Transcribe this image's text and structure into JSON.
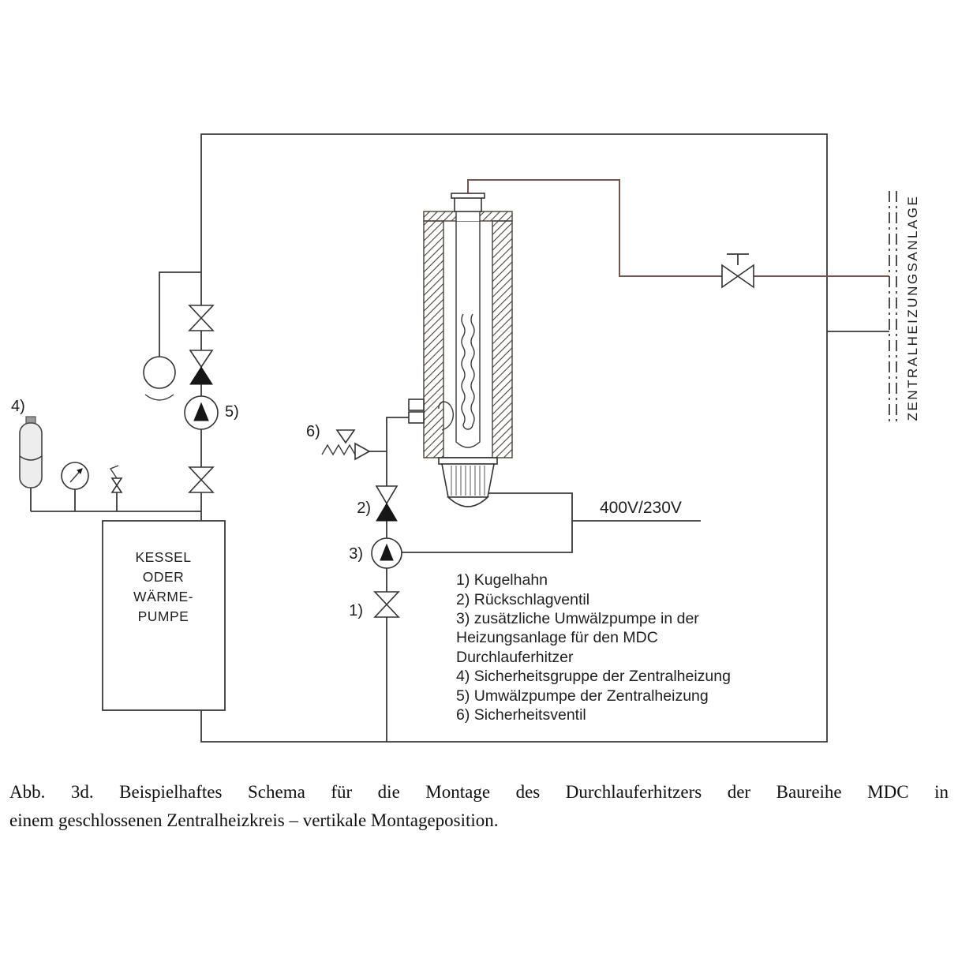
{
  "diagram": {
    "labels": {
      "n1": "1)",
      "n2": "2)",
      "n3": "3)",
      "n4": "4)",
      "n5": "5)",
      "n6": "6)",
      "voltage": "400V/230V",
      "system_vertical": "ZENTRALHEIZUNGSANLAGE"
    },
    "boiler_lines": [
      "KESSEL",
      "ODER",
      "WÄRME-",
      "PUMPE"
    ],
    "legend_lines": [
      "1) Kugelhahn",
      "2) Rückschlagventil",
      "3) zusätzliche Umwälzpumpe in der",
      "Heizungsanlage für den MDC",
      "Durchlauferhitzer",
      "4) Sicherheitsgruppe der Zentralheizung",
      "5) Umwälzpumpe der Zentralheizung",
      "6) Sicherheitsventil"
    ]
  },
  "caption": {
    "line1": "Abb. 3d. Beispielhaftes Schema für die Montage des Durchlauferhitzers der Baureihe MDC in",
    "line2": "einem geschlossenen Zentralheizkreis – vertikale Montageposition."
  },
  "colors": {
    "line": "#3a3a3a",
    "pipe_brown": "#76564a",
    "heater": "#4a4038"
  }
}
